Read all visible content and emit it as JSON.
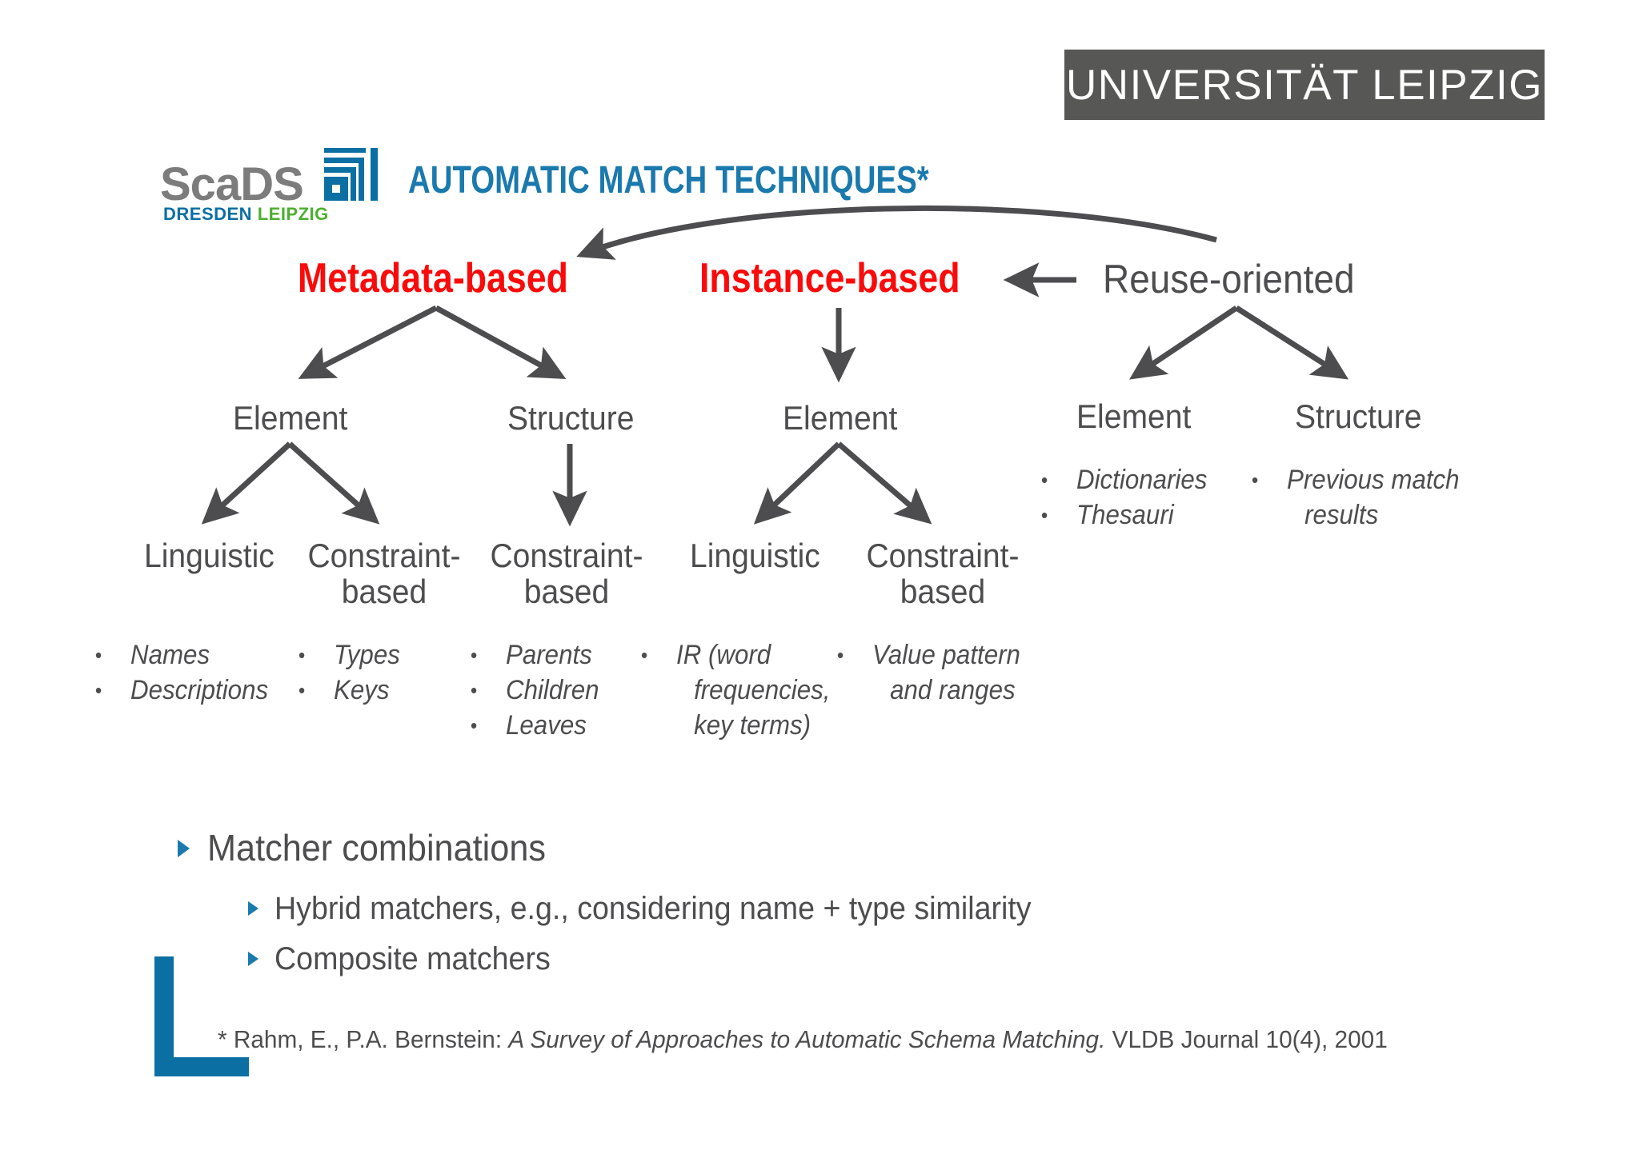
{
  "branding": {
    "university_banner": "UNIVERSITÄT LEIPZIG",
    "logo_wordmark": "ScaDS",
    "logo_sub_first": "DRESDEN",
    "logo_sub_second": "LEIPZIG",
    "colors": {
      "banner_bg": "#575756",
      "title_blue": "#1a79ad",
      "logo_blue": "#0b6fa4",
      "logo_green": "#4caf2f",
      "logo_gray": "#7c7c7c",
      "accent_red": "#fa0a0a",
      "body_gray": "#4d4d4f"
    }
  },
  "slide": {
    "title": "AUTOMATIC MATCH TECHNIQUES*"
  },
  "diagram": {
    "roots": [
      {
        "label": "Metadata-based",
        "style": "red"
      },
      {
        "label": "Instance-based",
        "style": "red"
      },
      {
        "label": "Reuse-oriented",
        "style": "gray"
      }
    ],
    "level2": [
      {
        "label": "Element"
      },
      {
        "label": "Structure"
      },
      {
        "label": "Element"
      },
      {
        "label": "Element"
      },
      {
        "label": "Structure"
      }
    ],
    "level3": [
      {
        "label": "Linguistic"
      },
      {
        "label": "Constraint-based"
      },
      {
        "label": "Constraint-based"
      },
      {
        "label": "Linguistic"
      },
      {
        "label": "Constraint-based"
      }
    ],
    "leaf_lists": [
      {
        "items": [
          "Names",
          "Descriptions"
        ]
      },
      {
        "items": [
          "Types",
          "Keys"
        ]
      },
      {
        "items": [
          "Parents",
          "Children",
          "Leaves"
        ]
      },
      {
        "items": [
          "IR (word frequencies, key terms)"
        ]
      },
      {
        "items": [
          "Value pattern and ranges"
        ]
      },
      {
        "items": [
          "Dictionaries",
          "Thesauri"
        ]
      },
      {
        "items": [
          "Previous match results"
        ]
      }
    ]
  },
  "outline": {
    "level1": "Matcher combinations",
    "level2": [
      "Hybrid matchers, e.g., considering name + type similarity",
      "Composite matchers"
    ]
  },
  "footnote": {
    "prefix": "* Rahm, E., P.A. Bernstein: ",
    "title_italic": "A Survey of Approaches to Automatic Schema Matching.",
    "suffix": " VLDB Journal 10(4), 2001"
  }
}
